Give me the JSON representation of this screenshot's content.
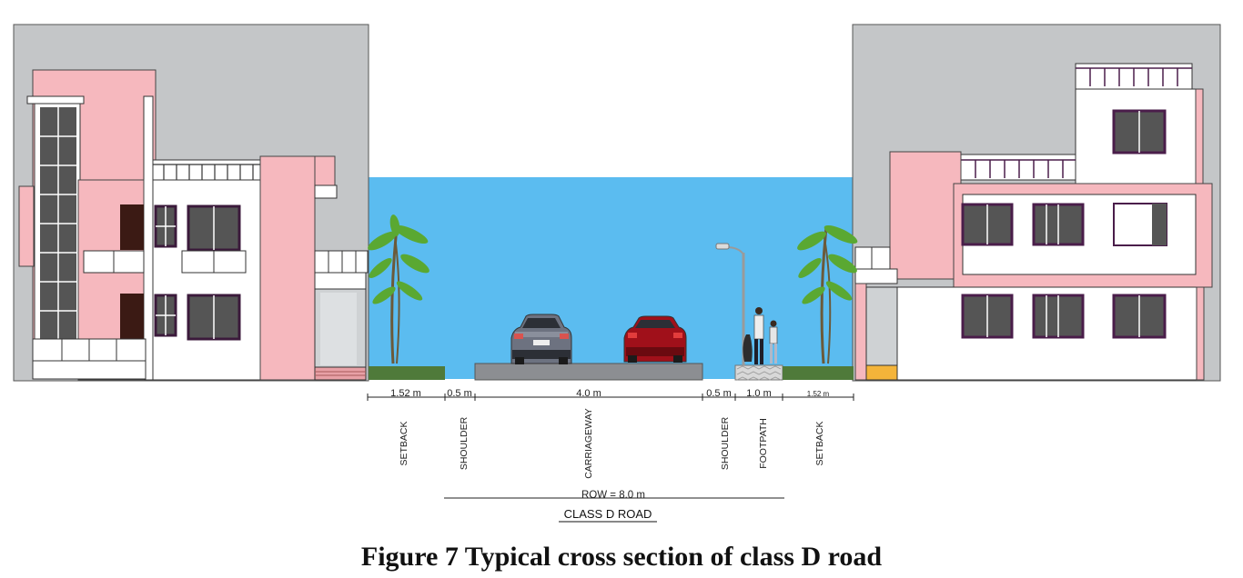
{
  "dimensions": {
    "setback_left": "1.52 m",
    "shoulder_left": "0.5 m",
    "carriageway": "4.0 m",
    "shoulder_right": "0.5 m",
    "footpath": "1.0 m",
    "setback_right": "1.52 m"
  },
  "labels": {
    "setback_left": "SETBACK",
    "shoulder_left": "SHOULDER",
    "carriageway": "CARRIAGEWAY",
    "shoulder_right": "SHOULDER",
    "footpath": "FOOTPATH",
    "setback_right": "SETBACK"
  },
  "row_label": "ROW = 8.0 m",
  "road_class": "CLASS D ROAD",
  "caption": "Figure 7 Typical cross section of class D road",
  "colors": {
    "sky": "#5bbcf0",
    "building_pink": "#f6b8be",
    "backdrop_grey": "#c4c6c8",
    "road": "#8c8e92",
    "grass": "#4f7a3a",
    "window_frame": "#4a1d4a"
  }
}
